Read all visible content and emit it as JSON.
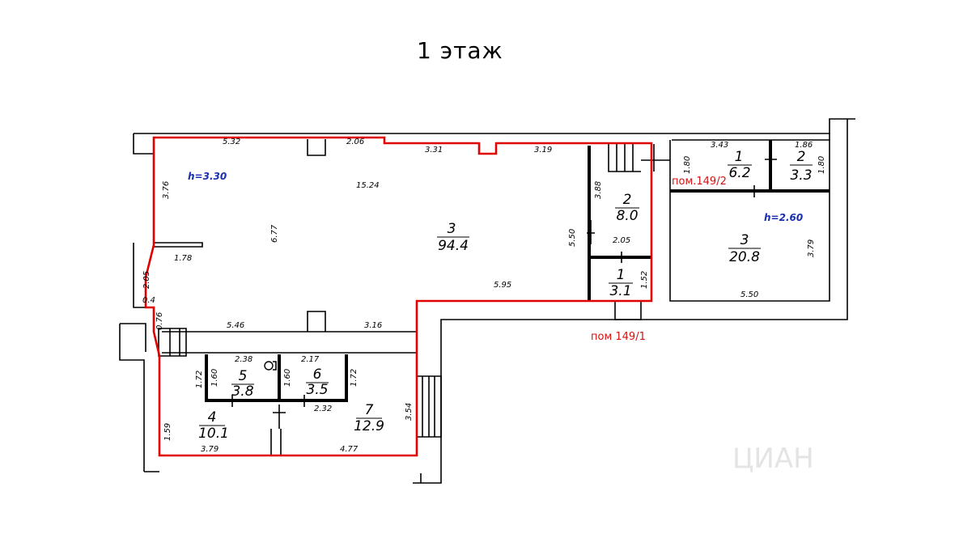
{
  "title": "1 этаж",
  "watermark": "ЦИАН",
  "heights": {
    "main": "h=3.30",
    "right": "h=2.60"
  },
  "premises_labels": {
    "pom2": "пом.149/2",
    "pom1": "пом 149/1"
  },
  "rooms": {
    "r3": {
      "num": "3",
      "area": "94.4"
    },
    "r2": {
      "num": "2",
      "area": "8.0"
    },
    "r1": {
      "num": "1",
      "area": "3.1"
    },
    "r4": {
      "num": "4",
      "area": "10.1"
    },
    "r5": {
      "num": "5",
      "area": "3.8"
    },
    "r6": {
      "num": "6",
      "area": "3.5"
    },
    "r7": {
      "num": "7",
      "area": "12.9"
    },
    "b1": {
      "num": "1",
      "area": "6.2"
    },
    "b2": {
      "num": "2",
      "area": "3.3"
    },
    "b3": {
      "num": "3",
      "area": "20.8"
    }
  },
  "dims": {
    "d532": "5.32",
    "d206": "2.06",
    "d331": "3.31",
    "d319": "3.19",
    "d376": "3.76",
    "d1524": "15.24",
    "d677": "6.77",
    "d178": "1.78",
    "d205a": "2.05",
    "d04": "0.4",
    "d076": "0.76",
    "d546": "5.46",
    "d316": "3.16",
    "d595": "5.95",
    "d388": "3.88",
    "d550v": "5.50",
    "d205b": "2.05",
    "d152": "1.52",
    "d343": "3.43",
    "d186": "1.86",
    "d180a": "1.80",
    "d180b": "1.80",
    "d379v": "3.79",
    "d550h": "5.50",
    "d238": "2.38",
    "d217": "2.17",
    "d172a": "1.72",
    "d160a": "1.60",
    "d160b": "1.60",
    "d172b": "1.72",
    "d232": "2.32",
    "d354": "3.54",
    "d159": "1.59",
    "d379h": "3.79",
    "d477": "4.77"
  }
}
